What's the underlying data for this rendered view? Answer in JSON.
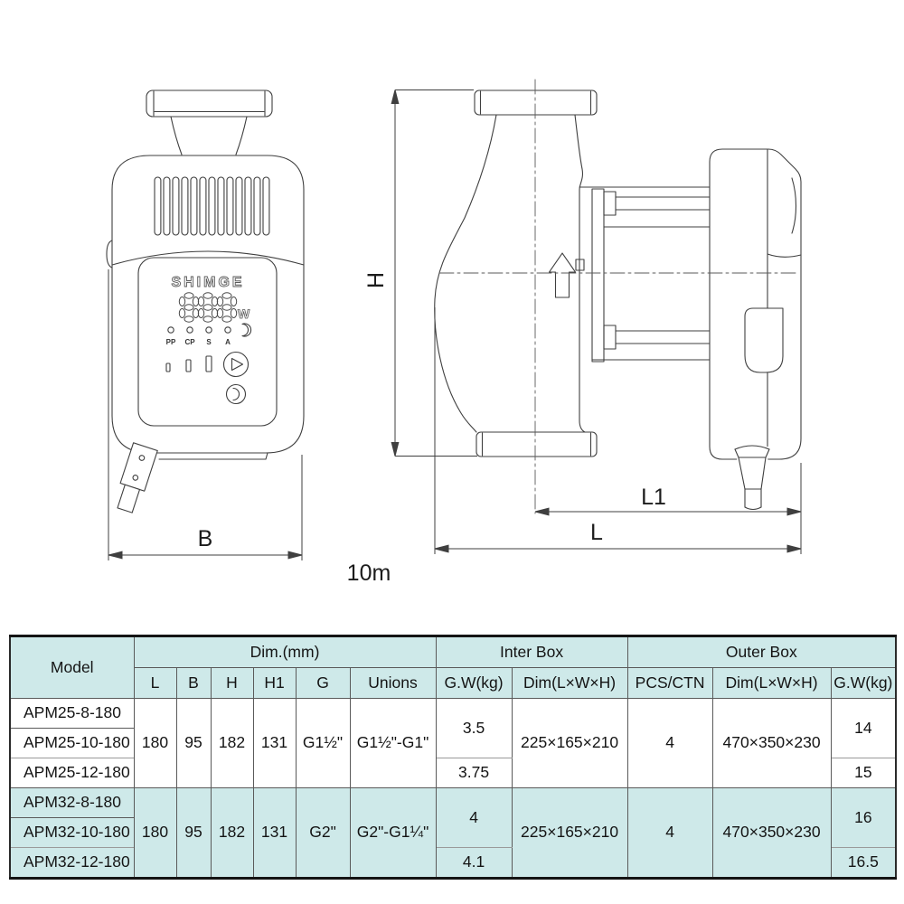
{
  "drawing": {
    "caption": "10m",
    "dimension_labels": {
      "front_width": "B",
      "side_height": "H",
      "motor_length": "L1",
      "total_length": "L"
    },
    "control_panel": {
      "brand": "SHIMGE",
      "display_digits": "888",
      "display_unit": "W",
      "indicator_labels": [
        "PP",
        "CP",
        "S",
        "A"
      ]
    }
  },
  "table": {
    "accent_color": "#cee9e9",
    "header": {
      "model": "Model",
      "dim_mm": "Dim.(mm)",
      "inter_box": "Inter Box",
      "outer_box": "Outer Box",
      "sub": [
        "L",
        "B",
        "H",
        "H1",
        "G",
        "Unions",
        "G.W(kg)",
        "Dim(L×W×H)",
        "PCS/CTN",
        "Dim(L×W×H)",
        "G.W(kg)"
      ]
    },
    "groups": [
      {
        "models": [
          "APM25-8-180",
          "APM25-10-180",
          "APM25-12-180"
        ],
        "dims": {
          "L": "180",
          "B": "95",
          "H": "182",
          "H1": "131",
          "G": "G1½\"",
          "unions": "G1½\"-G1\""
        },
        "inter_box": {
          "gw_first": "3.5",
          "gw_last": "3.75",
          "dim": "225×165×210"
        },
        "outer_box": {
          "pcs_ctn": "4",
          "dim": "470×350×230",
          "gw_first": "14",
          "gw_last": "15"
        }
      },
      {
        "models": [
          "APM32-8-180",
          "APM32-10-180",
          "APM32-12-180"
        ],
        "dims": {
          "L": "180",
          "B": "95",
          "H": "182",
          "H1": "131",
          "G": "G2\"",
          "unions": "G2\"-G1¼\""
        },
        "inter_box": {
          "gw_first": "4",
          "gw_last": "4.1",
          "dim": "225×165×210"
        },
        "outer_box": {
          "pcs_ctn": "4",
          "dim": "470×350×230",
          "gw_first": "16",
          "gw_last": "16.5"
        }
      }
    ]
  }
}
